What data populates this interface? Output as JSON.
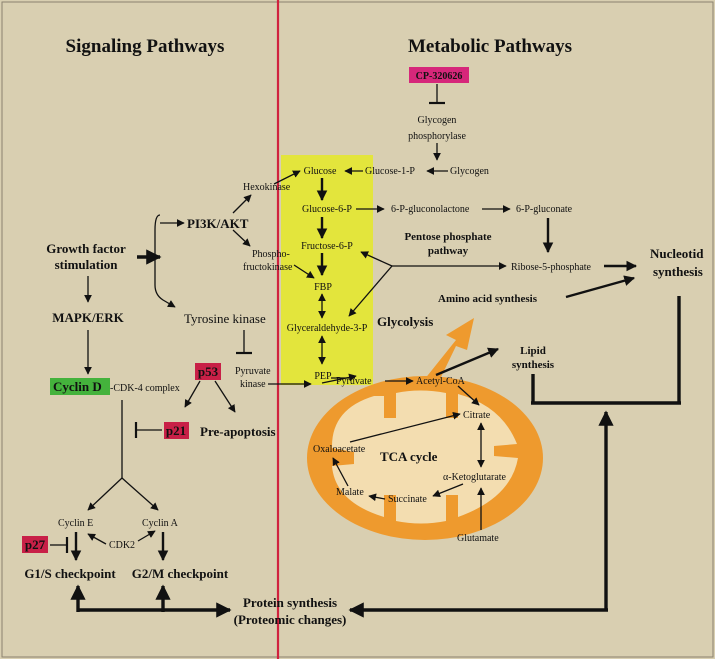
{
  "titles": {
    "signaling": "Signaling Pathways",
    "metabolic": "Metabolic Pathways"
  },
  "colors": {
    "background": "#d9cfb1",
    "divider": "#d0223e",
    "glycolysis_box": "#e3e53c",
    "mitochondrion_outer": "#ee9a2e",
    "mitochondrion_inner": "#f3ddb0",
    "magenta_box": "#d6277a",
    "red_box": "#c82047",
    "green_box": "#44b23c"
  },
  "signaling": {
    "growth_factor_1": "Growth factor",
    "growth_factor_2": "stimulation",
    "pi3k_akt": "PI3K/AKT",
    "hexokinase": "Hexokinase",
    "phospho_1": "Phospho-",
    "phospho_2": "fructokinase",
    "tyrosine_kinase": "Tyrosine kinase",
    "pyruvate_kinase_1": "Pyruvate",
    "pyruvate_kinase_2": "kinase",
    "mapk_erk": "MAPK/ERK",
    "cyclin_d": "Cyclin D",
    "cdk4_complex": "-CDK-4 complex",
    "p53": "p53",
    "p21": "p21",
    "pre_apoptosis": "Pre-apoptosis",
    "cyclin_e": "Cyclin E",
    "cyclin_a": "Cyclin A",
    "cdk2": "CDK2",
    "p27": "p27",
    "g1s": "G1/S checkpoint",
    "g2m": "G2/M checkpoint",
    "protein_synthesis_1": "Protein synthesis",
    "protein_synthesis_2": "(Proteomic changes)"
  },
  "metabolic": {
    "cp320626": "CP-320626",
    "glycogen_1": "Glycogen",
    "glycogen_2": "phosphorylase",
    "glycogen": "Glycogen",
    "glucose_1p": "Glucose-1-P",
    "glucose": "Glucose",
    "glucose_6p": "Glucose-6-P",
    "gluconolactone": "6-P-gluconolactone",
    "gluconate": "6-P-gluconate",
    "fructose_6p": "Fructose-6-P",
    "ppp_1": "Pentose phosphate",
    "ppp_2": "pathway",
    "ribose_5p": "Ribose-5-phosphate",
    "nucleotide_1": "Nucleotid",
    "nucleotide_2": "synthesis",
    "fbp": "FBP",
    "amino_acid": "Amino acid synthesis",
    "g3p": "Glyceraldehyde-3-P",
    "glycolysis": "Glycolysis",
    "lipid_1": "Lipid",
    "lipid_2": "synthesis",
    "pep": "PEP",
    "pyruvate": "Pyruvate",
    "acetyl_coa": "Acetyl-CoA",
    "citrate": "Citrate",
    "oxaloacetate": "Oxaloacetate",
    "tca_cycle": "TCA cycle",
    "ketoglutarate": "α-Ketoglutarate",
    "malate": "Malate",
    "succinate": "Succinate",
    "glutamate": "Glutamate"
  }
}
